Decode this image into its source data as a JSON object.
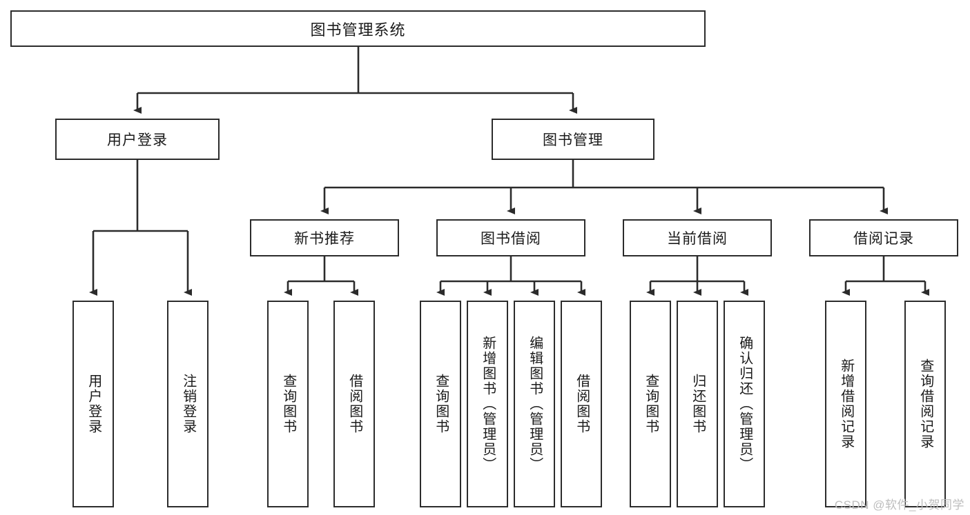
{
  "diagram": {
    "type": "tree",
    "title": "图书管理系统",
    "style": {
      "box_border_color": "#2b2b2b",
      "box_fill": "#ffffff",
      "connector_color": "#2b2b2b",
      "background": "#ffffff",
      "watermark_color": "#bdbdbd"
    },
    "levels": {
      "root": {
        "label": "图书管理系统"
      },
      "level2": [
        {
          "label": "用户登录"
        },
        {
          "label": "图书管理"
        }
      ],
      "level3": [
        {
          "label": "新书推荐"
        },
        {
          "label": "图书借阅"
        },
        {
          "label": "当前借阅"
        },
        {
          "label": "借阅记录"
        }
      ],
      "leaves": [
        {
          "label": "用户登录",
          "parent": "用户登录"
        },
        {
          "label": "注销登录",
          "parent": "用户登录"
        },
        {
          "label": "查询图书",
          "parent": "新书推荐"
        },
        {
          "label": "借阅图书",
          "parent": "新书推荐"
        },
        {
          "label": "查询图书",
          "parent": "图书借阅"
        },
        {
          "label": "新增图书（管理员）",
          "parent": "图书借阅"
        },
        {
          "label": "编辑图书（管理员）",
          "parent": "图书借阅"
        },
        {
          "label": "借阅图书",
          "parent": "图书借阅"
        },
        {
          "label": "查询图书",
          "parent": "当前借阅"
        },
        {
          "label": "归还图书",
          "parent": "当前借阅"
        },
        {
          "label": "确认归还（管理员）",
          "parent": "当前借阅"
        },
        {
          "label": "新增借阅记录",
          "parent": "借阅记录"
        },
        {
          "label": "查询借阅记录",
          "parent": "借阅记录"
        }
      ]
    }
  },
  "watermark": {
    "text": "CSDN @软件_小贺同学"
  }
}
